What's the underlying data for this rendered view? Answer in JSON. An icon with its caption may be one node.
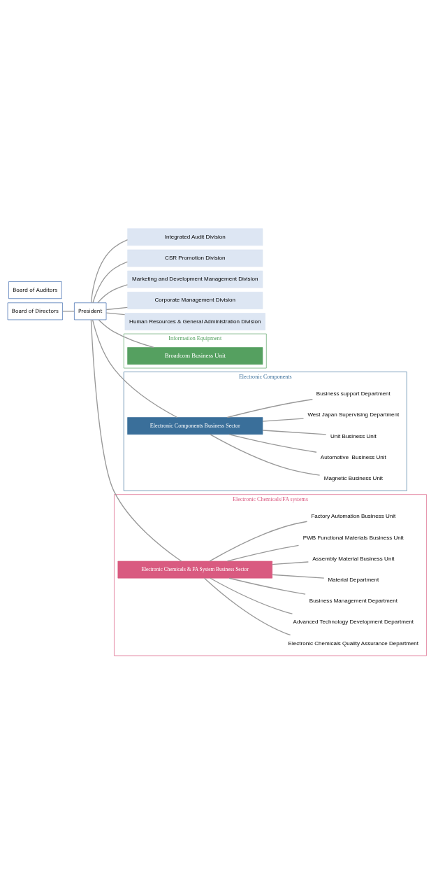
{
  "diagram": {
    "nodes": [
      {
        "text": [
          "Board of Directors"
        ]
      },
      {
        "text": [
          "Board of Auditors"
        ]
      },
      {
        "text": [
          "President"
        ]
      },
      {
        "text": [
          "Integrated Audit Division"
        ]
      },
      {
        "text": [
          "CSR Promotion Division"
        ]
      },
      {
        "text": [
          "Marketing and Development Management Division"
        ]
      },
      {
        "text": [
          "Corporate Management Division"
        ]
      },
      {
        "text": [
          "Human Resources & General Administration Division"
        ]
      },
      {
        "text": [
          "Information Equipment"
        ]
      },
      {
        "text": [
          "Broadcom Business Unit"
        ],
        "in": 8
      },
      {
        "text": [
          "Electronic Components"
        ]
      },
      {
        "text": [
          "Electronic Components Business Sector"
        ],
        "in": 10
      },
      {
        "text": [
          "Magnetic Business Unit"
        ],
        "in": 10
      },
      {
        "text": [
          "Automotive  Business Unit"
        ],
        "in": 10
      },
      {
        "text": [
          "Unit Business Unit"
        ],
        "in": 10
      },
      {
        "text": [
          "West Japan Supervising Department"
        ],
        "in": 10
      },
      {
        "text": [
          "Business support Department"
        ],
        "in": 10
      },
      {
        "text": [
          "Electronic Chemicals/FA systems"
        ]
      },
      {
        "text": [
          "Electronic Chemicals & FA System Business Sector"
        ],
        "in": 17
      },
      {
        "text": [
          "Electronic Chemicals Quality Assurance Department"
        ],
        "in": 17
      },
      {
        "text": [
          "Advanced Technology Development Department"
        ],
        "in": 17
      },
      {
        "text": [
          "Business Management Department"
        ],
        "in": 17
      },
      {
        "text": [
          "Material Department"
        ],
        "in": 17
      },
      {
        "text": [
          "Assembly Material Business Unit"
        ],
        "in": 17
      },
      {
        "text": [
          "PWB Functional Materials Business Unit"
        ],
        "in": 17
      },
      {
        "text": [
          "Factory Automation Business Unit"
        ],
        "in": 17
      }
    ],
    "edges": [
      {
        "from": 0,
        "to": 2,
        "arrow": "none"
      },
      {
        "from": 2,
        "to": 3,
        "arrow": "none"
      },
      {
        "from": 2,
        "to": 4,
        "arrow": "none"
      },
      {
        "from": 2,
        "to": 5,
        "arrow": "none"
      },
      {
        "from": 2,
        "to": 6,
        "arrow": "none"
      },
      {
        "from": 2,
        "to": 7,
        "arrow": "none"
      },
      {
        "from": 2,
        "to": 9,
        "arrow": "none"
      },
      {
        "from": 2,
        "to": 11,
        "arrow": "none"
      },
      {
        "from": 2,
        "to": 18,
        "arrow": "none"
      },
      {
        "from": 11,
        "to": 12,
        "arrow": "none"
      },
      {
        "from": 11,
        "to": 13,
        "arrow": "none"
      },
      {
        "from": 11,
        "to": 14,
        "arrow": "none"
      },
      {
        "from": 11,
        "to": 15,
        "arrow": "none"
      },
      {
        "from": 11,
        "to": 16,
        "arrow": "none"
      },
      {
        "from": 18,
        "to": 19,
        "arrow": "none"
      },
      {
        "from": 18,
        "to": 20,
        "arrow": "none"
      },
      {
        "from": 18,
        "to": 21,
        "arrow": "none"
      },
      {
        "from": 18,
        "to": 22,
        "arrow": "none"
      },
      {
        "from": 18,
        "to": 23,
        "arrow": "none"
      },
      {
        "from": 18,
        "to": 24,
        "arrow": "none"
      },
      {
        "from": 18,
        "to": 25,
        "arrow": "none"
      }
    ]
  }
}
